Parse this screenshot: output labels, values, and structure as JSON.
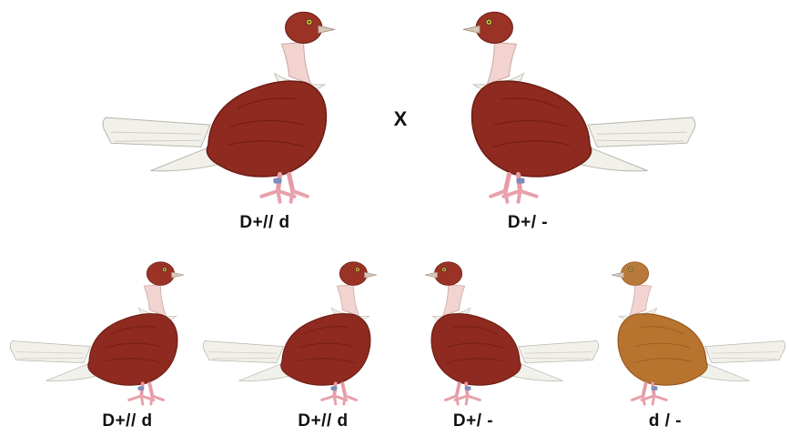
{
  "parents": [
    {
      "genotype": "D+// d",
      "body_color": "#8e2a1f",
      "body_shade": "#6d1d14",
      "head_color": "#9a3226"
    },
    {
      "genotype": "D+/ -",
      "body_color": "#8e2a1f",
      "body_shade": "#6d1d14",
      "head_color": "#9a3226"
    }
  ],
  "cross_symbol": "X",
  "offspring": [
    {
      "genotype": "D+// d",
      "body_color": "#8e2a1f",
      "body_shade": "#6d1d14",
      "head_color": "#9a3226"
    },
    {
      "genotype": "D+// d",
      "body_color": "#8e2a1f",
      "body_shade": "#6d1d14",
      "head_color": "#9a3226"
    },
    {
      "genotype": "D+/ -",
      "body_color": "#8e2a1f",
      "body_shade": "#6d1d14",
      "head_color": "#9a3226"
    },
    {
      "genotype": "d / -",
      "body_color": "#b8732e",
      "body_shade": "#935720",
      "head_color": "#b87a3a"
    }
  ]
}
